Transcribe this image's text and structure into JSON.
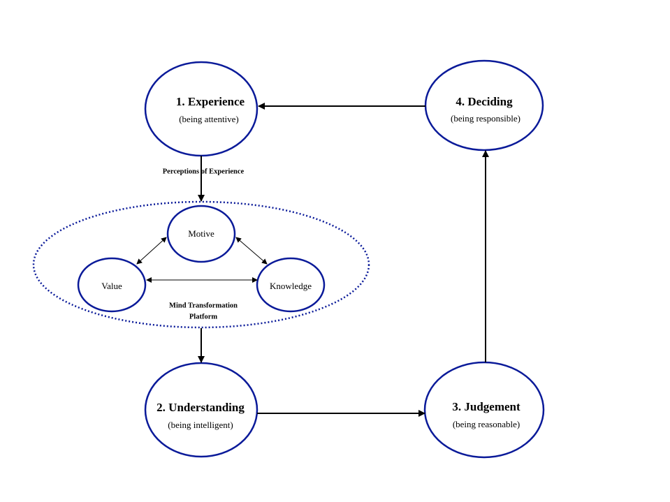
{
  "nodes": {
    "experience": {
      "title": "1. Experience",
      "subtitle": "(being attentive)"
    },
    "understanding": {
      "title": "2. Understanding",
      "subtitle": "(being intelligent)"
    },
    "judgement": {
      "title": "3. Judgement",
      "subtitle": "(being reasonable)"
    },
    "deciding": {
      "title": "4. Deciding",
      "subtitle": "(being responsible)"
    }
  },
  "platform": {
    "motive": "Motive",
    "value": "Value",
    "knowledge": "Knowledge",
    "label_line1": "Mind Transformation",
    "label_line2": "Platform"
  },
  "edge_label": "Perceptions of Experience",
  "colors": {
    "ellipse_stroke": "#0a1a99",
    "platform_stroke": "#0a1a99",
    "arrow": "#000000",
    "text": "#000000"
  }
}
